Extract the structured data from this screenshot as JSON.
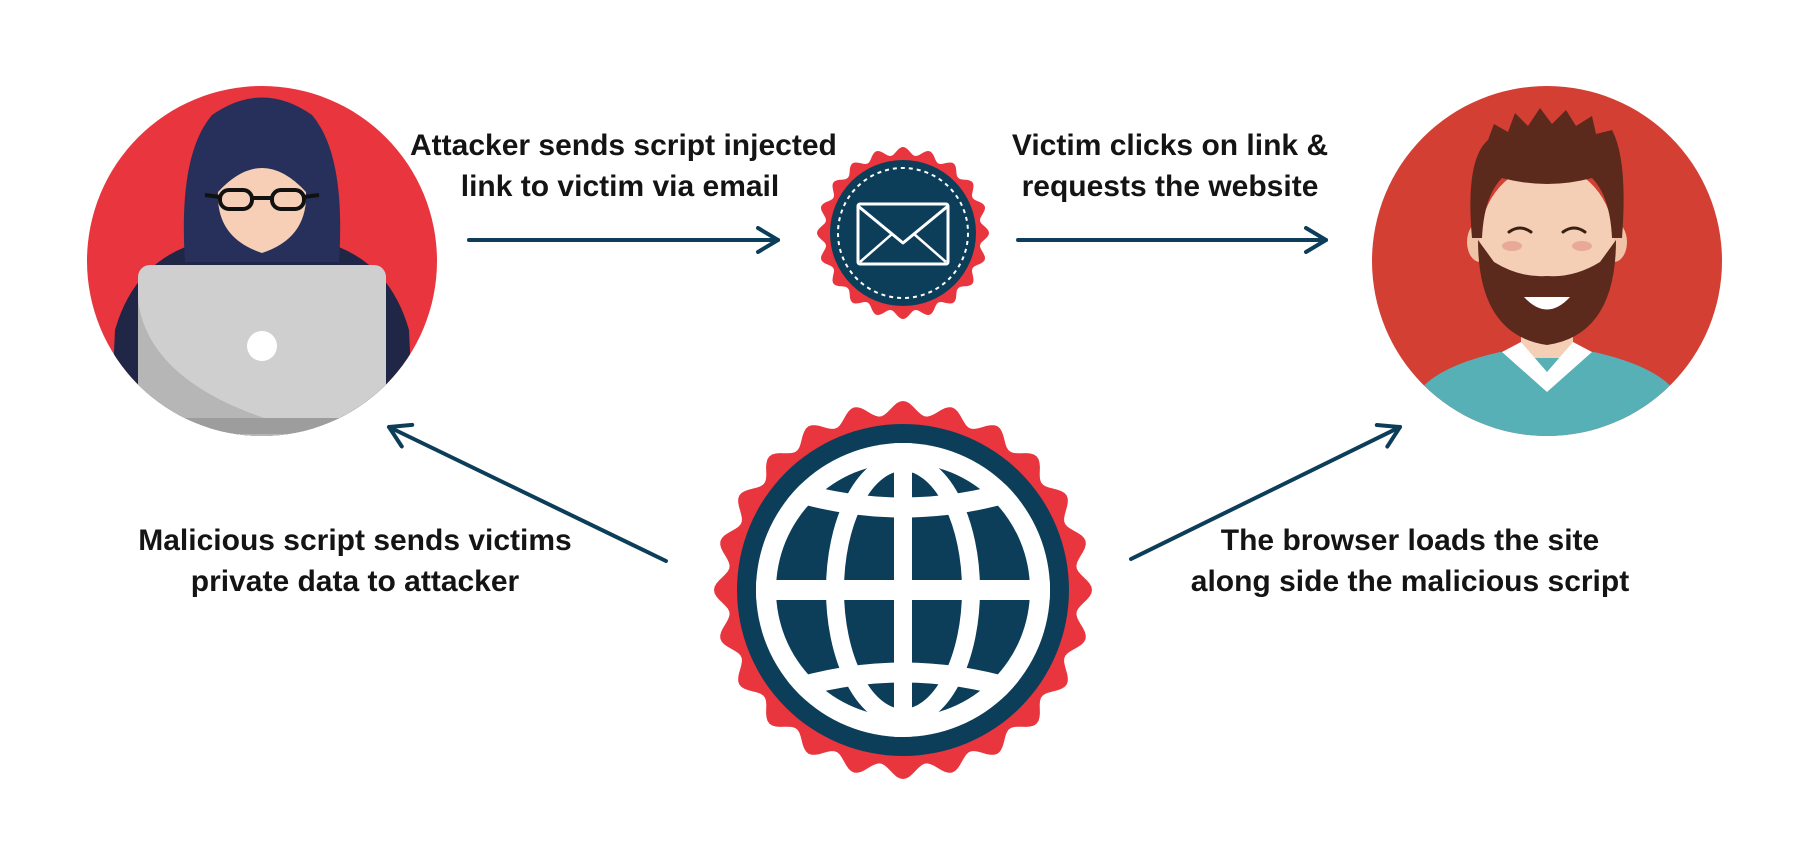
{
  "colors": {
    "navy": "#0c3e5a",
    "red": "#e8353e",
    "victim_red": "#d43f34",
    "text": "#141414"
  },
  "actors": {
    "attacker": {
      "icon": "hooded-hacker-icon"
    },
    "victim": {
      "icon": "bearded-man-icon"
    }
  },
  "badges": {
    "email": {
      "icon": "envelope-icon"
    },
    "website": {
      "icon": "globe-icon"
    }
  },
  "steps": [
    {
      "line1": "Attacker sends script injected",
      "line2": "link to victim via email"
    },
    {
      "line1": "Victim clicks on link &",
      "line2": "requests the website"
    },
    {
      "line1": "The browser loads the site",
      "line2": "along side the malicious script"
    },
    {
      "line1": "Malicious script sends victims",
      "line2": "private data to attacker"
    }
  ]
}
